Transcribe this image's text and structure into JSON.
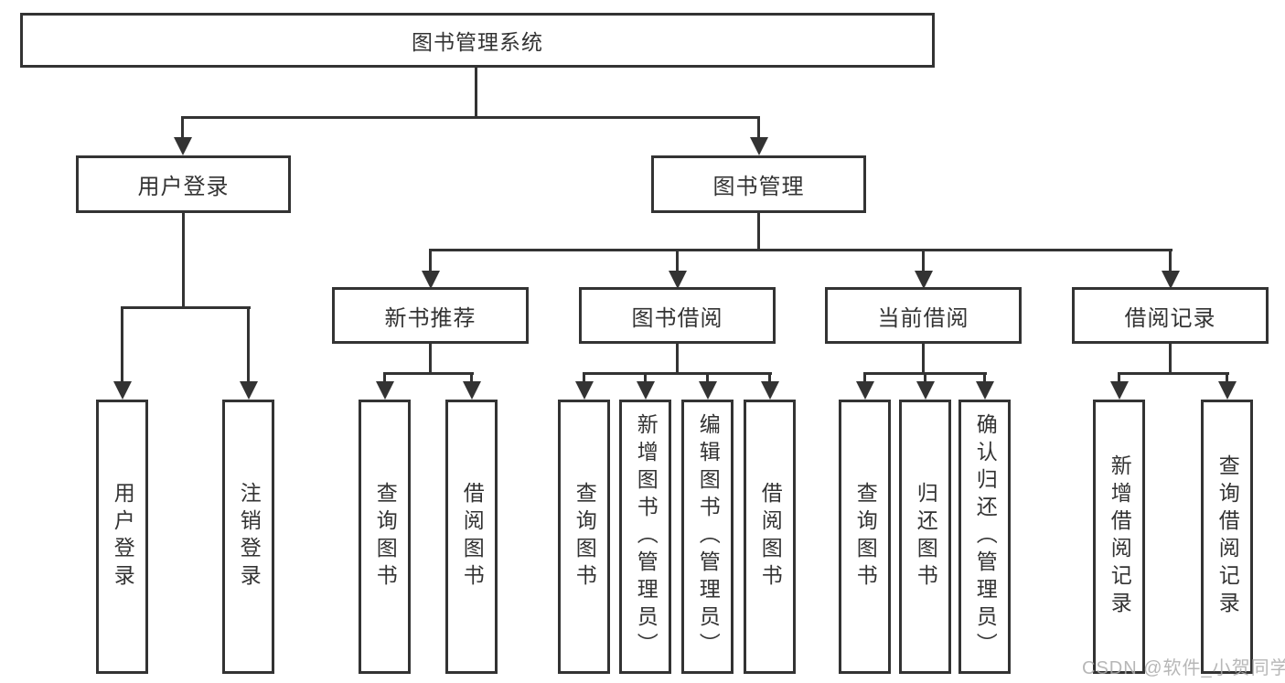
{
  "tree": {
    "label": "图书管理系统",
    "children": [
      {
        "label": "用户登录",
        "children": [
          {
            "label": "用户登录"
          },
          {
            "label": "注销登录"
          }
        ]
      },
      {
        "label": "图书管理",
        "children": [
          {
            "label": "新书推荐",
            "children": [
              {
                "label": "查询图书"
              },
              {
                "label": "借阅图书"
              }
            ]
          },
          {
            "label": "图书借阅",
            "children": [
              {
                "label": "查询图书"
              },
              {
                "label": "新增图书（管理员）"
              },
              {
                "label": "编辑图书（管理员）"
              },
              {
                "label": "借阅图书"
              }
            ]
          },
          {
            "label": "当前借阅",
            "children": [
              {
                "label": "查询图书"
              },
              {
                "label": "归还图书"
              },
              {
                "label": "确认归还（管理员）"
              }
            ]
          },
          {
            "label": "借阅记录",
            "children": [
              {
                "label": "新增借阅记录"
              },
              {
                "label": "查询借阅记录"
              }
            ]
          }
        ]
      }
    ]
  },
  "watermark": {
    "text": "CSDN @软件_小贺同学"
  },
  "colors": {
    "line": "#333333",
    "box_background": "#ffffff",
    "watermark": "#aaaaaa"
  }
}
